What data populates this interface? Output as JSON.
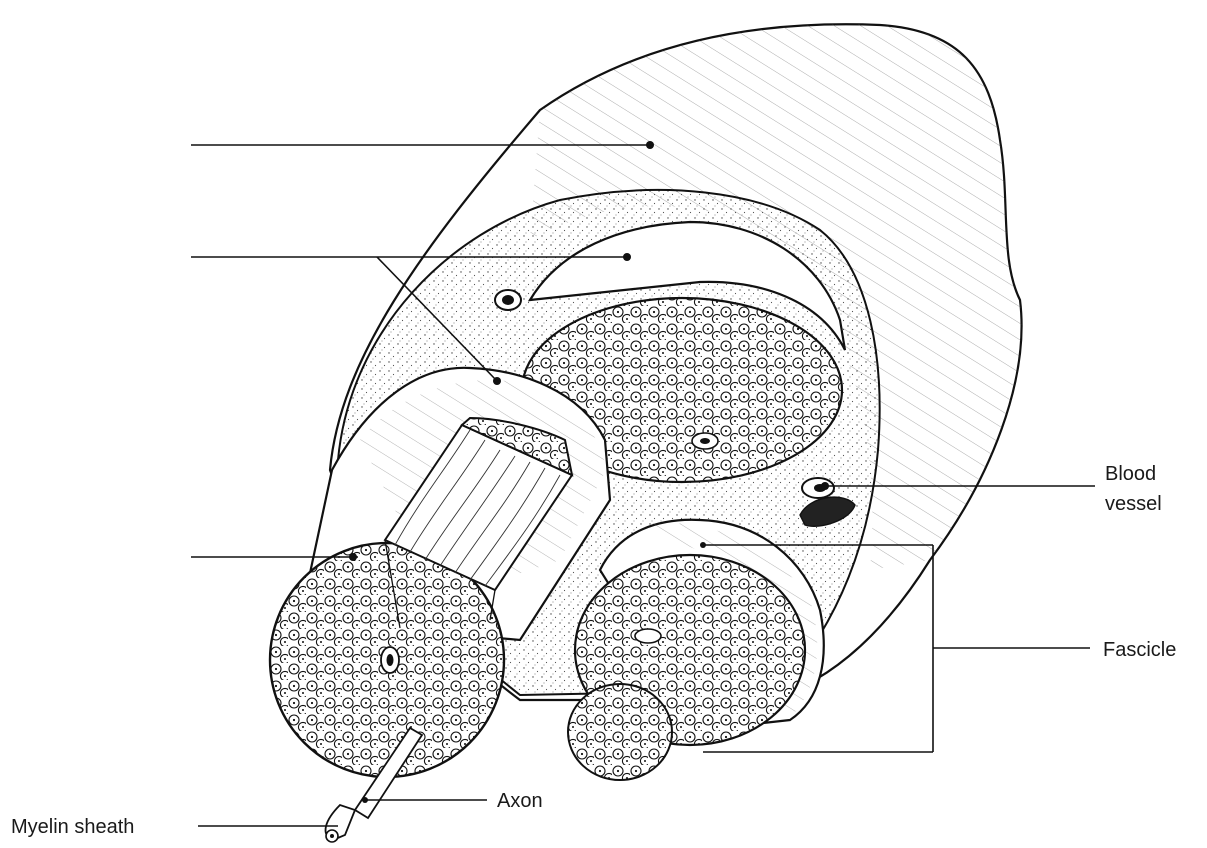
{
  "diagram": {
    "subject": "nerve cross-section",
    "labels": {
      "blood_vessel_line1": "Blood",
      "blood_vessel_line2": "vessel",
      "fascicle": "Fascicle",
      "axon": "Axon",
      "myelin_sheath": "Myelin sheath"
    },
    "blank_label_slots": 3,
    "colors": {
      "ink": "#111111",
      "background": "#ffffff"
    }
  }
}
